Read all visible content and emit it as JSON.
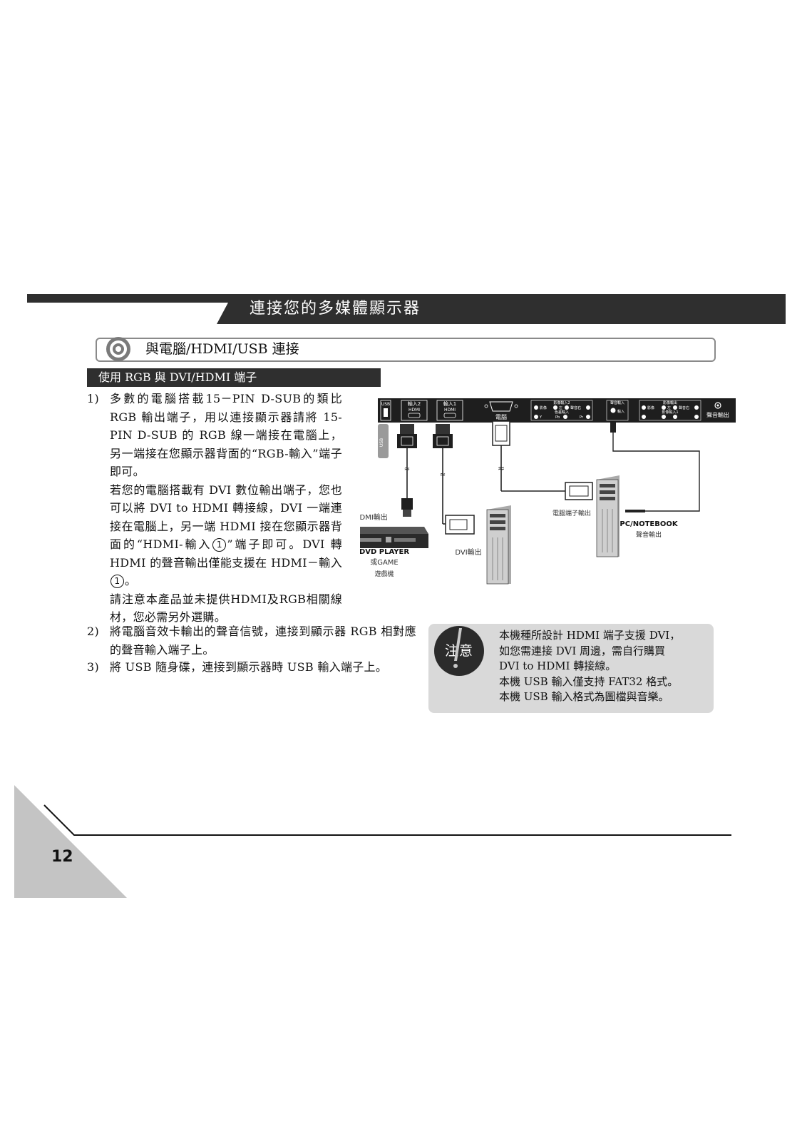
{
  "header": {
    "title": "連接您的多媒體顯示器"
  },
  "section": {
    "title": "與電腦/HDMI/USB 連接",
    "icon": "target-icon"
  },
  "subsection": {
    "title": "使用 RGB 與 DVI/HDMI 端子"
  },
  "items": [
    {
      "num": "1)",
      "paragraphs": [
        "多數的電腦搭載15－PIN D-SUB的類比 RGB 輸出端子，用以連接顯示器請將 15-PIN D-SUB 的 RGB 線一端接在電腦上，另一端接在您顯示器背面的“RGB-輸入”端子即可。",
        "若您的電腦搭載有 DVI 數位輸出端子，您也可以將 DVI to HDMI 轉接線，DVI 一端連接在電腦上，另一端 HDMI 接在您顯示器背面的“HDMI-輸入",
        "”端子即可。DVI 轉 HDMI 的聲音輸出僅能支援在 HDMI－輸入",
        "。",
        "請注意本產品並未提供HDMI及RGB相關線材，您必需另外選購。"
      ],
      "circled": "1"
    },
    {
      "num": "2)",
      "text": "將電腦音效卡輸出的聲音信號，連接到顯示器 RGB 相對應的聲音輸入端子上。"
    },
    {
      "num": "3)",
      "text": "將 USB 隨身碟，連接到顯示器時 USB 輸入端子上。"
    }
  ],
  "diagram": {
    "panel": {
      "usb": "USB",
      "hdmi2_top": "輸入2",
      "hdmi2_bottom": "HDMI",
      "hdmi1_top": "輸入1",
      "hdmi1_bottom": "HDMI",
      "vga": "電腦",
      "av2": "影像輸入2",
      "av2_video": "影像",
      "av2_audio_l": "左",
      "av2_audio_r": "聲音右",
      "component": "色差輸入",
      "y": "Y",
      "pb": "Pb",
      "pr": "Pr",
      "audio_in": "聲音輸入",
      "audio_in_sub": "輸入",
      "av_out": "影像輸出",
      "av1": "影像輸入1",
      "av_out_video": "影像",
      "av_out_l": "左",
      "av_out_r": "聲音右",
      "audio_out": "聲音輸出"
    },
    "usb_stick": "USB",
    "hdmi_out": "HDMI輸出",
    "dvd_player": "DVD PLAYER",
    "or_game": "或GAME",
    "game_console": "遊戲機",
    "dvi_out": "DVI輸出",
    "pc_out": "電腦端子輸出",
    "pc_notebook": "PC/NOTEBOOK",
    "audio_output": "聲音輸出"
  },
  "note": {
    "label": "注意",
    "lines": [
      "本機種所設計 HDMI 端子支援 DVI，",
      "如您需連接 DVI 周邊，需自行購買",
      "DVI to HDMI 轉接線。",
      "本機 USB 輸入僅支持 FAT32 格式。",
      "本機 USB 輸入格式為圖檔與音樂。"
    ]
  },
  "footer": {
    "page_number": "12"
  },
  "colors": {
    "header_bar": "#2f2f2f",
    "note_bg": "#d9d9d9",
    "footer_triangle": "#c4c4c4"
  }
}
